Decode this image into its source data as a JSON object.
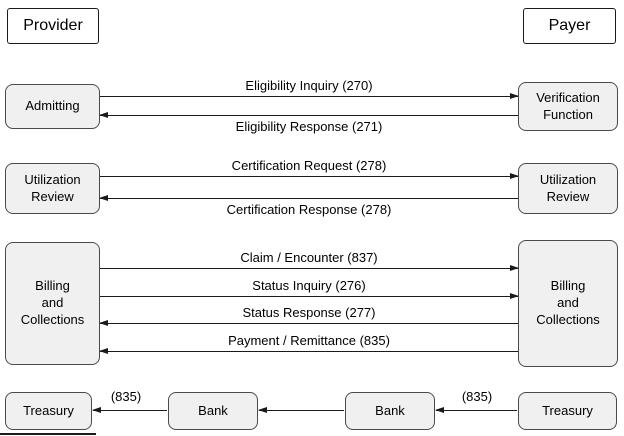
{
  "headers": {
    "provider": "Provider",
    "payer": "Payer"
  },
  "rows": [
    {
      "provider_box": "Admitting",
      "payer_box": "Verification\nFunction",
      "arrows": [
        {
          "label": "Eligibility Inquiry (270)",
          "direction": "right"
        },
        {
          "label": "Eligibility Response (271)",
          "direction": "left"
        }
      ]
    },
    {
      "provider_box": "Utilization\nReview",
      "payer_box": "Utilization\nReview",
      "arrows": [
        {
          "label": "Certification Request (278)",
          "direction": "right"
        },
        {
          "label": "Certification Response (278)",
          "direction": "left"
        }
      ]
    },
    {
      "provider_box": "Billing\nand\nCollections",
      "payer_box": "Billing\nand\nCollections",
      "arrows": [
        {
          "label": "Claim / Encounter (837)",
          "direction": "right"
        },
        {
          "label": "Status Inquiry (276)",
          "direction": "right"
        },
        {
          "label": "Status Response (277)",
          "direction": "left"
        },
        {
          "label": "Payment / Remittance (835)",
          "direction": "left"
        }
      ]
    }
  ],
  "bottom_row": {
    "provider_treasury": "Treasury",
    "left_arrow_label": "(835)",
    "bank_left": "Bank",
    "bank_right": "Bank",
    "right_arrow_label": "(835)",
    "payer_treasury": "Treasury",
    "arrow_direction": "left"
  },
  "colors": {
    "box_fill": "#f0f0f0",
    "box_border": "#4a4a4a",
    "header_fill": "#ffffff",
    "line_color": "#1a1a1a",
    "text_color": "#000000"
  }
}
